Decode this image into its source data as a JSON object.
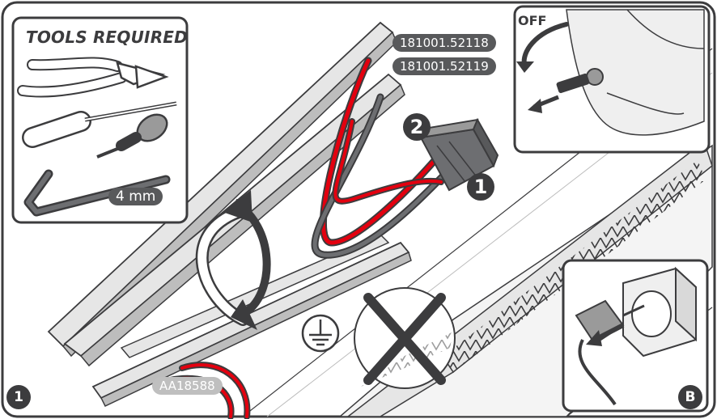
{
  "tools_panel": {
    "title": "TOOLS REQUIRED",
    "allen_key_size": "4 mm"
  },
  "labels": {
    "part_number_1": "181001.52118",
    "part_number_2": "181001.52119",
    "part_number_3": "AA18588"
  },
  "callouts": {
    "connector_step_1": "1",
    "connector_step_2": "2"
  },
  "key_panel": {
    "off_label": "OFF"
  },
  "plug_panel": {
    "badge": "B"
  },
  "step_badge": "1",
  "icons": [
    "earth-ground-icon",
    "prohibited-cross-icon",
    "rotate-arrow-icon",
    "remove-key-arrow-icon",
    "unplug-arrow-icon"
  ],
  "colors": {
    "outline": "#3c3c3e",
    "wire_red": "#e3000f",
    "wire_grey": "#6d6e71",
    "rail": "#d9d9d9"
  }
}
